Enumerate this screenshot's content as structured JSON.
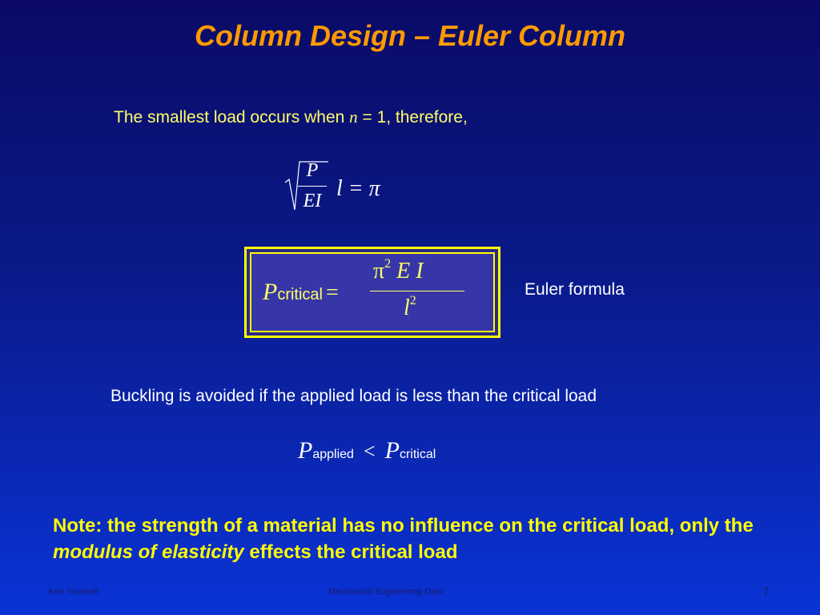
{
  "title": "Column Design – Euler Column",
  "intro": {
    "before": "The smallest load occurs when ",
    "var": "n",
    "after": " = 1, therefore,"
  },
  "eq1": {
    "numerator": "P",
    "denominator": "EI",
    "rhs": "l = π"
  },
  "euler_formula": {
    "lhs_symbol": "P",
    "lhs_subscript": "critical",
    "equals": "=",
    "numerator_base": "π",
    "numerator_exp": "2",
    "numerator_rest": " E I",
    "denominator_base": "l",
    "denominator_exp": "2",
    "label": "Euler formula"
  },
  "buckling_text": "Buckling is avoided if the applied load is less than the critical load",
  "inequality": {
    "left_symbol": "P",
    "left_subscript": "applied",
    "operator": "<",
    "right_symbol": "P",
    "right_subscript": "critical"
  },
  "note": {
    "part1": "Note: the strength of a material has no influence on the critical load, only the ",
    "emphasis": "modulus of elasticity",
    "part2": " effects the critical load"
  },
  "footer": {
    "author": "Ken Youssefi",
    "department": "Mechanical Engineering Dept",
    "page_number": "7"
  },
  "colors": {
    "title": "#ff9900",
    "highlight": "#ffff00",
    "background_top": "#0a0a66",
    "background_bottom": "#0a33d6"
  }
}
